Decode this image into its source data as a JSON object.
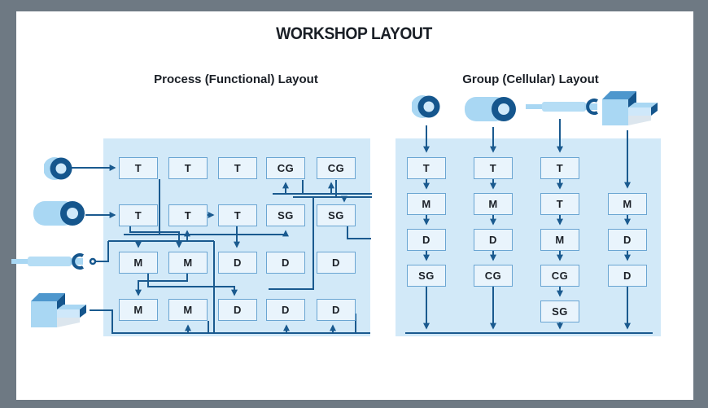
{
  "title": "WORKSHOP LAYOUT",
  "process": {
    "title": "Process (Functional) Layout",
    "rows": [
      [
        "T",
        "T",
        "T",
        "CG",
        "CG"
      ],
      [
        "T",
        "T",
        "T",
        "SG",
        "SG"
      ],
      [
        "M",
        "M",
        "D",
        "D",
        "D"
      ],
      [
        "M",
        "M",
        "D",
        "D",
        "D"
      ]
    ]
  },
  "group": {
    "title": "Group (Cellular) Layout",
    "columns": [
      [
        "T",
        "M",
        "D",
        "SG"
      ],
      [
        "T",
        "M",
        "D",
        "CG"
      ],
      [
        "T",
        "T",
        "M",
        "CG",
        "SG"
      ],
      [
        "M",
        "D",
        "D"
      ]
    ]
  },
  "part_icons": [
    "ring-part",
    "cylinder-part",
    "shaft-part",
    "block-part"
  ],
  "colors": {
    "frame": "#6e7983",
    "page": "#ffffff",
    "workshop_area": "#d2e9f8",
    "box_fill": "#e9f4fc",
    "box_border": "#6aa5d2",
    "flow_line": "#1a5a8f",
    "part_light": "#a9d7f3",
    "part_dark": "#15568d"
  }
}
